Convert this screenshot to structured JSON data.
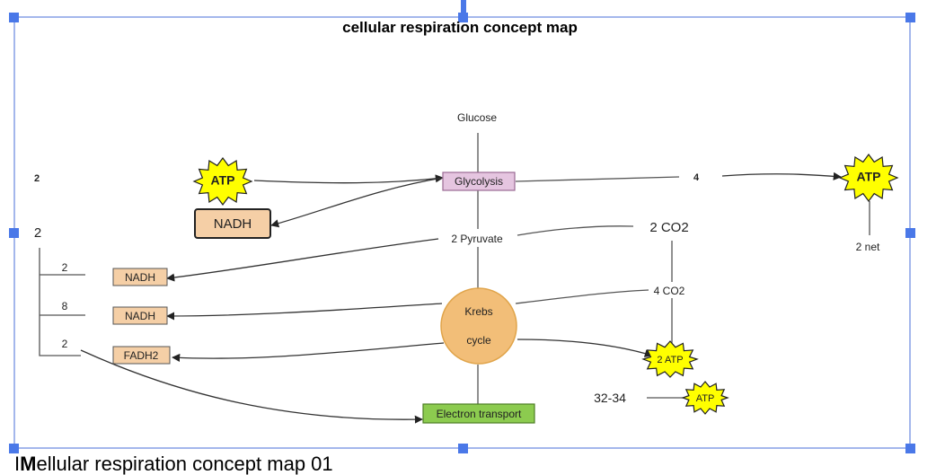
{
  "title": "cellular respiration concept map",
  "caption": {
    "prefix": "I",
    "bold": "M",
    "rest": "ellular respiration concept map 01"
  },
  "nodes": {
    "glucose": "Glucose",
    "glycolysis": "Glycolysis",
    "pyruvate": "2 Pyruvate",
    "krebs_line1": "Krebs",
    "krebs_line2": "cycle",
    "electron_transport": "Electron transport",
    "nadh_big": "NADH",
    "nadh_small_1": "NADH",
    "nadh_small_2": "NADH",
    "fadh2": "FADH2",
    "co2_top": "2 CO2",
    "co2_mid": "4 CO2",
    "atp_left": "ATP",
    "atp_right": "ATP",
    "atp_krebs": "2 ATP",
    "atp_et": "ATP"
  },
  "labels": {
    "two_top_left": "2",
    "two_left": "2",
    "four": "4",
    "two_net": "2 net",
    "nadh1_count": "2",
    "nadh2_count": "8",
    "fadh2_count": "2",
    "atp_range": "32-34"
  },
  "colors": {
    "glycolysis_fill": "#e5c5e0",
    "glycolysis_stroke": "#9a6a94",
    "nadh_fill": "#f5cfa6",
    "krebs_fill": "#f2be78",
    "krebs_stroke": "#e0a44a",
    "et_fill": "#8ccb4f",
    "et_stroke": "#4d7e24",
    "atp_fill": "#ffff00",
    "frame_blue": "#4a6fd8",
    "handle_blue": "#4a78e8",
    "line": "#555555"
  }
}
